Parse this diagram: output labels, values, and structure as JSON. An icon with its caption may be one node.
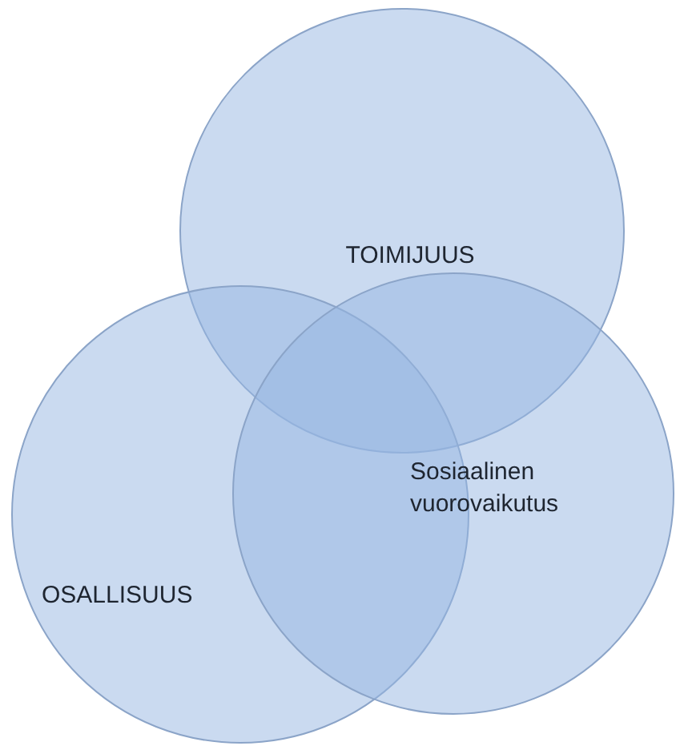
{
  "diagram": {
    "nodes": [
      {
        "text": [
          "TOIMIJUUS"
        ]
      },
      {
        "text": [
          "OSALLISUUS"
        ]
      },
      {
        "text": [
          "Sosiaalinen vuorovaikutus"
        ]
      }
    ]
  }
}
